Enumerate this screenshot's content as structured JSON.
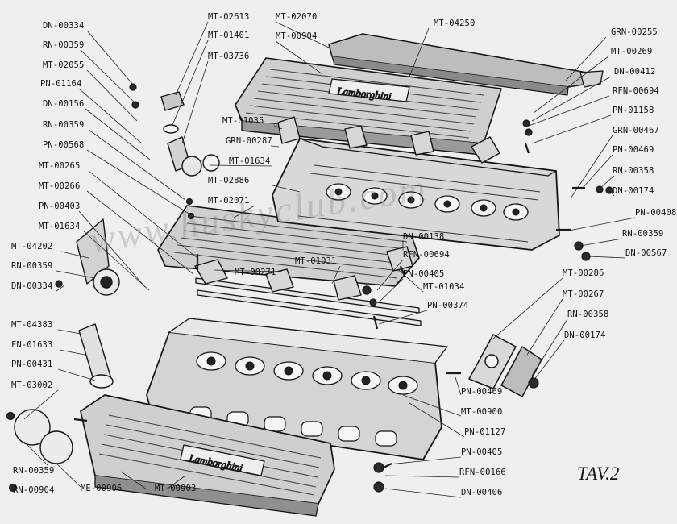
{
  "plate_id": "TAV.2",
  "watermark": "www.huskyclub.com",
  "logo_text": "Lamborghini",
  "colors": {
    "paper": "#efefef",
    "ink": "#151515",
    "shade": "#7a7a7a"
  },
  "labels": [
    "DN-00334",
    "RN-00359",
    "MT-02055",
    "PN-01164",
    "DN-00156",
    "RN-00359",
    "PN-00568",
    "MT-00265",
    "MT-00266",
    "PN-00403",
    "MT-01634",
    "MT-04202",
    "RN-00359",
    "DN-00334",
    "MT-04383",
    "FN-01633",
    "PN-00431",
    "MT-03002",
    "RN-00359",
    "RN-00904",
    "ME-00906",
    "MT-00903",
    "MT-02613",
    "MT-01401",
    "MT-03736",
    "MT-02070",
    "MT-00904",
    "MT-04250",
    "MT-01035",
    "GRN-00287",
    "MT-01634",
    "MT-02886",
    "MT-02071",
    "MT-00271",
    "MT-01031",
    "DN-00138",
    "RFN-00694",
    "PN-00405",
    "MT-01034",
    "PN-00374",
    "GRN-00255",
    "MT-00269",
    "DN-00412",
    "RFN-00694",
    "PN-01158",
    "GRN-00467",
    "PN-00469",
    "RN-00358",
    "DN-00174",
    "PN-00408",
    "RN-00359",
    "DN-00567",
    "MT-00286",
    "MT-00267",
    "RN-00358",
    "DN-00174",
    "PN-00469",
    "MT-00900",
    "PN-01127",
    "PN-00405",
    "RFN-00166",
    "DN-00406"
  ]
}
